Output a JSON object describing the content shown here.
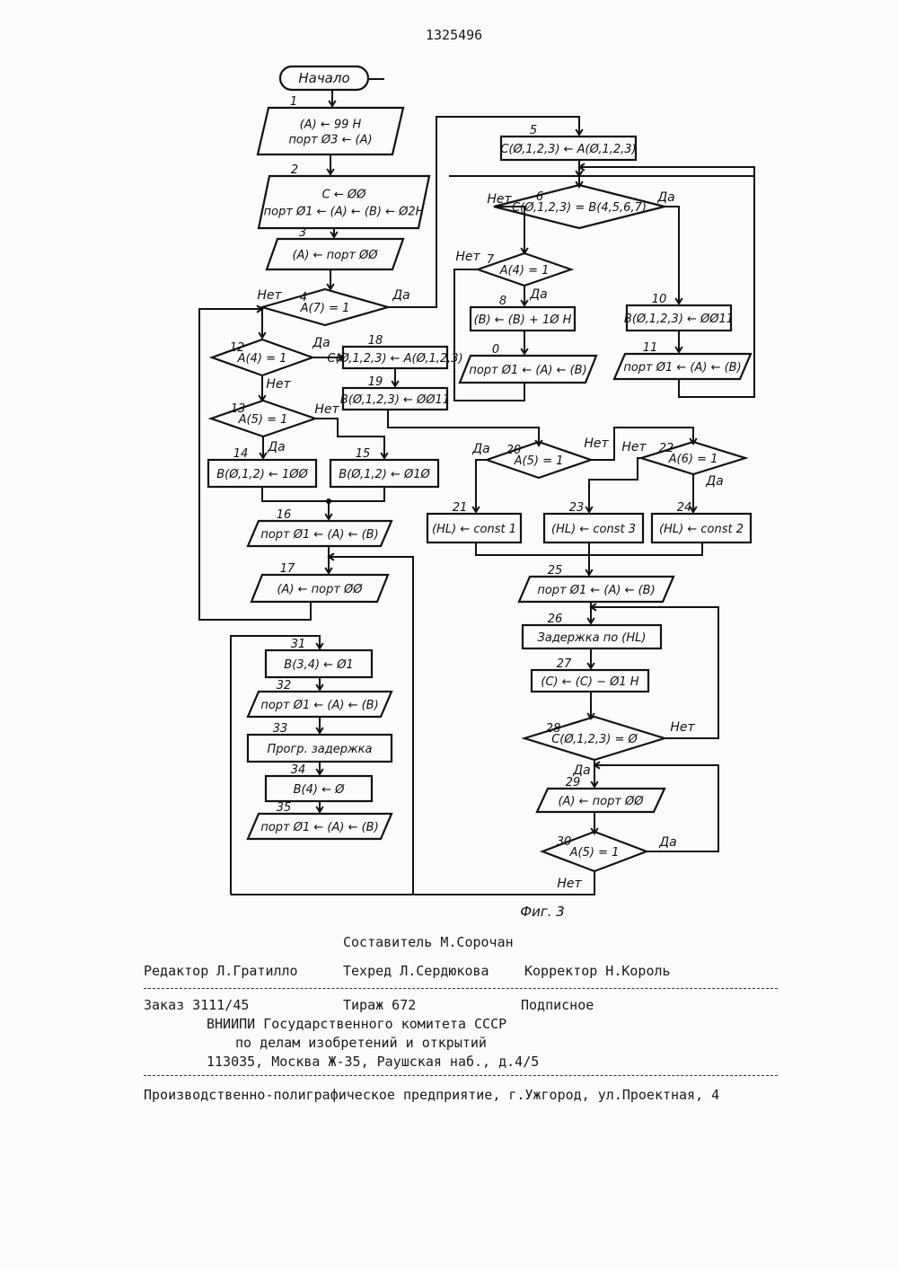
{
  "page_number": "1325496",
  "figure_caption": "Фиг. 3",
  "flowchart": {
    "start": "Начало",
    "nodes": [
      {
        "id": "n1",
        "num": "1",
        "lines": [
          "(А) ← 99 Н",
          "порт Ø3 ← (А)"
        ]
      },
      {
        "id": "n2",
        "num": "2",
        "lines": [
          "С ← ØØ",
          "порт Ø1 ← (А) ← (В) ← Ø2Н"
        ]
      },
      {
        "id": "n3",
        "num": "3",
        "lines": [
          "(А) ← порт ØØ"
        ]
      },
      {
        "id": "n4",
        "num": "4",
        "lines": [
          "А(7) = 1"
        ]
      },
      {
        "id": "n5",
        "num": "5",
        "lines": [
          "С(Ø,1,2,3) ← А(Ø,1,2,3)"
        ]
      },
      {
        "id": "n6",
        "num": "6",
        "lines": [
          "С(Ø,1,2,3) = В(4,5,6,7)"
        ]
      },
      {
        "id": "n7",
        "num": "7",
        "lines": [
          "А(4) = 1"
        ]
      },
      {
        "id": "n8",
        "num": "8",
        "lines": [
          "(В) ← (В) + 1Ø Н"
        ]
      },
      {
        "id": "n9",
        "num": "0",
        "lines": [
          "порт Ø1 ← (А) ← (В)"
        ]
      },
      {
        "id": "n10",
        "num": "10",
        "lines": [
          "В(Ø,1,2,3) ← ØØ11"
        ]
      },
      {
        "id": "n11",
        "num": "11",
        "lines": [
          "порт Ø1 ← (А) ← (В)"
        ]
      },
      {
        "id": "n12",
        "num": "12",
        "lines": [
          "А(4) = 1"
        ]
      },
      {
        "id": "n13",
        "num": "13",
        "lines": [
          "А(5) = 1"
        ]
      },
      {
        "id": "n14",
        "num": "14",
        "lines": [
          "В(Ø,1,2) ← 1ØØ"
        ]
      },
      {
        "id": "n15",
        "num": "15",
        "lines": [
          "В(Ø,1,2) ← Ø1Ø"
        ]
      },
      {
        "id": "n16",
        "num": "16",
        "lines": [
          "порт Ø1 ← (А) ← (В)"
        ]
      },
      {
        "id": "n17",
        "num": "17",
        "lines": [
          "(А) ← порт ØØ"
        ]
      },
      {
        "id": "n18",
        "num": "18",
        "lines": [
          "С(Ø,1,2,3) ← А(Ø,1,2,3)"
        ]
      },
      {
        "id": "n19",
        "num": "19",
        "lines": [
          "В(Ø,1,2,3) ← ØØ11"
        ]
      },
      {
        "id": "n20",
        "num": "20",
        "lines": [
          "А(5) = 1"
        ]
      },
      {
        "id": "n21",
        "num": "21",
        "lines": [
          "(HL) ← const 1"
        ]
      },
      {
        "id": "n22",
        "num": "22",
        "lines": [
          "А(6) = 1"
        ]
      },
      {
        "id": "n23",
        "num": "23",
        "lines": [
          "(HL) ← const 3"
        ]
      },
      {
        "id": "n24",
        "num": "24",
        "lines": [
          "(HL) ← const 2"
        ]
      },
      {
        "id": "n25",
        "num": "25",
        "lines": [
          "порт Ø1 ← (А) ← (В)"
        ]
      },
      {
        "id": "n26",
        "num": "26",
        "lines": [
          "Задержка по (HL)"
        ]
      },
      {
        "id": "n27",
        "num": "27",
        "lines": [
          "(С) ← (С) − Ø1 Н"
        ]
      },
      {
        "id": "n28",
        "num": "28",
        "lines": [
          "С(Ø,1,2,3) = Ø"
        ]
      },
      {
        "id": "n29",
        "num": "29",
        "lines": [
          "(А) ← порт ØØ"
        ]
      },
      {
        "id": "n30",
        "num": "30",
        "lines": [
          "А(5) = 1"
        ]
      },
      {
        "id": "n31",
        "num": "31",
        "lines": [
          "В(3,4) ← Ø1"
        ]
      },
      {
        "id": "n32",
        "num": "32",
        "lines": [
          "порт Ø1 ← (А) ← (В)"
        ]
      },
      {
        "id": "n33",
        "num": "33",
        "lines": [
          "Прогр. задержка"
        ]
      },
      {
        "id": "n34",
        "num": "34",
        "lines": [
          "В(4) ← Ø"
        ]
      },
      {
        "id": "n35",
        "num": "35",
        "lines": [
          "порт Ø1 ← (А) ← (В)"
        ]
      }
    ],
    "branch_labels": {
      "yes": "Да",
      "no": "Нет"
    }
  },
  "colophon": {
    "compiler": "Составитель М.Сорочан",
    "editor": "Редактор Л.Гратилло",
    "techred": "Техред Л.Сердюкова",
    "corrector": "Корректор Н.Король",
    "order": "Заказ 3111/45",
    "circulation": "Тираж 672",
    "subscription": "Подписное",
    "org_line1": "ВНИИПИ Государственного комитета СССР",
    "org_line2": "по делам изобретений и открытий",
    "org_line3": "113035, Москва Ж-35, Раушская наб., д.4/5",
    "printer": "Производственно-полиграфическое предприятие, г.Ужгород, ул.Проектная, 4"
  }
}
